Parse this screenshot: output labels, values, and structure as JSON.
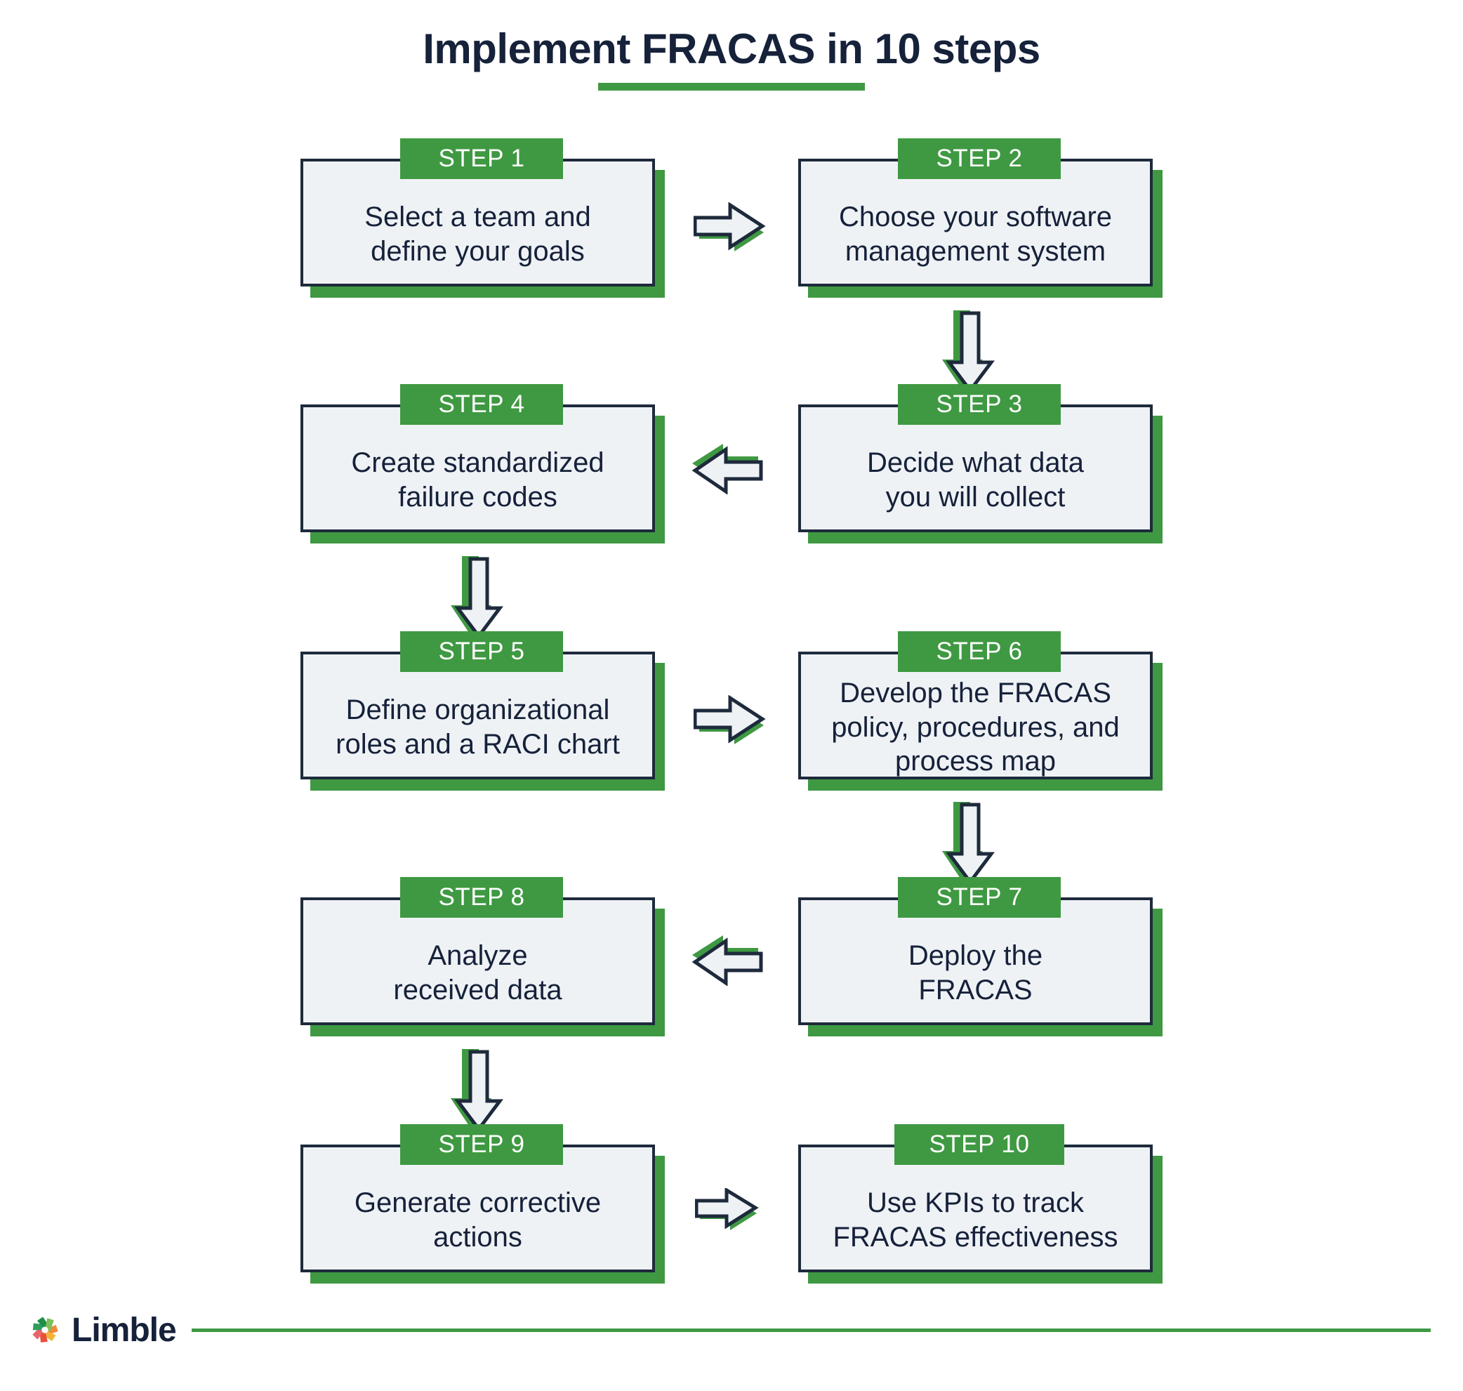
{
  "header": {
    "title": "Implement FRACAS in 10 steps",
    "underline_color": "#3f9942"
  },
  "theme": {
    "green": "#3f9942",
    "navy": "#16213a",
    "border": "#1e2a3c",
    "card_fill": "#eff2f5",
    "background": "#ffffff"
  },
  "flow": {
    "type": "flowchart",
    "orientation": "serpentine",
    "steps": [
      {
        "tab": "STEP 1",
        "text": "Select a team and\ndefine your goals",
        "column": "left",
        "row": 1
      },
      {
        "tab": "STEP 2",
        "text": "Choose your software\nmanagement system",
        "column": "right",
        "row": 1
      },
      {
        "tab": "STEP 3",
        "text": "Decide what data\nyou will collect",
        "column": "right",
        "row": 2
      },
      {
        "tab": "STEP 4",
        "text": "Create standardized\nfailure codes",
        "column": "left",
        "row": 2
      },
      {
        "tab": "STEP 5",
        "text": "Define organizational\nroles and a RACI chart",
        "column": "left",
        "row": 3
      },
      {
        "tab": "STEP 6",
        "text": "Develop the FRACAS\npolicy, procedures, and\nprocess map",
        "column": "right",
        "row": 3
      },
      {
        "tab": "STEP 7",
        "text": "Deploy the\nFRACAS",
        "column": "right",
        "row": 4
      },
      {
        "tab": "STEP 8",
        "text": "Analyze\nreceived data",
        "column": "left",
        "row": 4
      },
      {
        "tab": "STEP 9",
        "text": "Generate corrective\nactions",
        "column": "left",
        "row": 5
      },
      {
        "tab": "STEP 10",
        "text": "Use KPIs to track\nFRACAS effectiveness",
        "column": "right",
        "row": 5
      }
    ],
    "connectors": [
      {
        "from": "STEP 1",
        "to": "STEP 2",
        "direction": "right"
      },
      {
        "from": "STEP 2",
        "to": "STEP 3",
        "direction": "down"
      },
      {
        "from": "STEP 3",
        "to": "STEP 4",
        "direction": "left"
      },
      {
        "from": "STEP 4",
        "to": "STEP 5",
        "direction": "down"
      },
      {
        "from": "STEP 5",
        "to": "STEP 6",
        "direction": "right"
      },
      {
        "from": "STEP 6",
        "to": "STEP 7",
        "direction": "down"
      },
      {
        "from": "STEP 7",
        "to": "STEP 8",
        "direction": "left"
      },
      {
        "from": "STEP 8",
        "to": "STEP 9",
        "direction": "down"
      },
      {
        "from": "STEP 9",
        "to": "STEP 10",
        "direction": "right"
      }
    ]
  },
  "footer": {
    "brand": "Limble",
    "logo_icon": "limble-pinwheel-icon",
    "rule_color": "#3f9942"
  }
}
